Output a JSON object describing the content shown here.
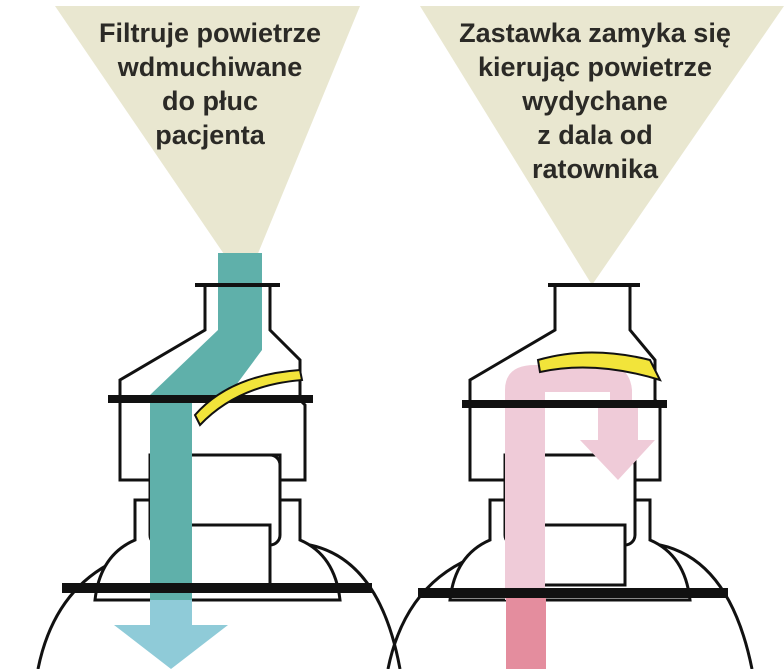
{
  "captions": {
    "left": [
      "Filtruje powietrze",
      "wdmuchiwane",
      "do płuc",
      "pacjenta"
    ],
    "right": [
      "Zastawka zamyka się",
      "kierując powietrze",
      "wydychane",
      "z dala od",
      "ratownika"
    ]
  },
  "colors": {
    "callout": "#e9e7d0",
    "inhale_stream": "#5fb0aa",
    "inhale_arrow": "#8fcbd8",
    "exhale_stream": "#efcbd8",
    "exhale_arrow_bottom": "#e48d9e",
    "valve_flap": "#f2e43a",
    "outline": "#111111",
    "base_plate": "#111111"
  },
  "icons": {
    "left_flow": "arrow-down-icon",
    "right_diversion": "arrow-down-icon"
  }
}
